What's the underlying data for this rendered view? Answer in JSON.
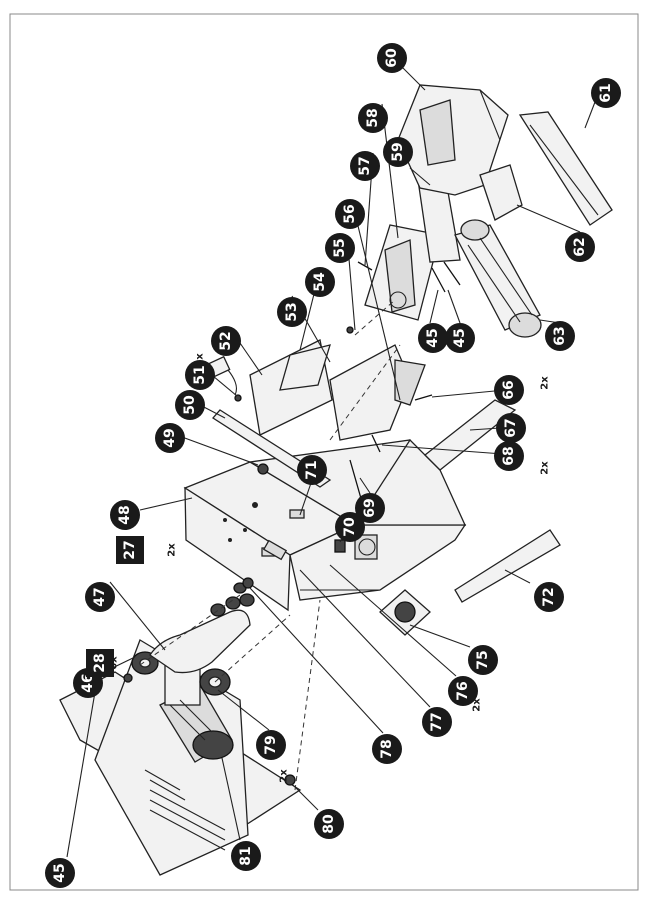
{
  "callouts": [
    {
      "label": "45",
      "rot": -90
    },
    {
      "label": "46",
      "rot": -90
    },
    {
      "label": "47",
      "rot": -90
    },
    {
      "label": "48",
      "rot": -90
    },
    {
      "label": "49",
      "rot": -90
    },
    {
      "label": "50",
      "rot": -90
    },
    {
      "label": "51",
      "rot": -90
    },
    {
      "label": "52",
      "rot": -90
    },
    {
      "label": "53",
      "rot": -90
    },
    {
      "label": "54",
      "rot": -90
    },
    {
      "label": "55",
      "rot": -90
    },
    {
      "label": "56",
      "rot": -90
    },
    {
      "label": "57",
      "rot": -90
    },
    {
      "label": "58",
      "rot": -90
    },
    {
      "label": "59",
      "rot": -90
    },
    {
      "label": "60",
      "rot": -90
    },
    {
      "label": "61",
      "rot": -90
    },
    {
      "label": "62",
      "rot": -90
    },
    {
      "label": "63",
      "rot": -90
    },
    {
      "label": "45",
      "rot": -90
    },
    {
      "label": "45",
      "rot": -90
    },
    {
      "label": "66",
      "rot": -90
    },
    {
      "label": "67",
      "rot": -90
    },
    {
      "label": "68",
      "rot": -90
    },
    {
      "label": "69",
      "rot": -90
    },
    {
      "label": "70",
      "rot": -90
    },
    {
      "label": "71",
      "rot": -90
    },
    {
      "label": "72",
      "rot": -90
    },
    {
      "label": "75",
      "rot": -90
    },
    {
      "label": "76",
      "rot": -90
    },
    {
      "label": "77",
      "rot": -90
    },
    {
      "label": "78",
      "rot": -90
    },
    {
      "label": "79",
      "rot": -90
    },
    {
      "label": "80",
      "rot": -90
    },
    {
      "label": "81",
      "rot": -90
    }
  ],
  "boxes": [
    {
      "label": "27"
    },
    {
      "label": "28"
    }
  ],
  "quantities": [
    {
      "text": "2x"
    },
    {
      "text": "6x"
    },
    {
      "text": "3x"
    },
    {
      "text": "2x"
    },
    {
      "text": "2x"
    },
    {
      "text": "2x"
    },
    {
      "text": "2x"
    }
  ]
}
